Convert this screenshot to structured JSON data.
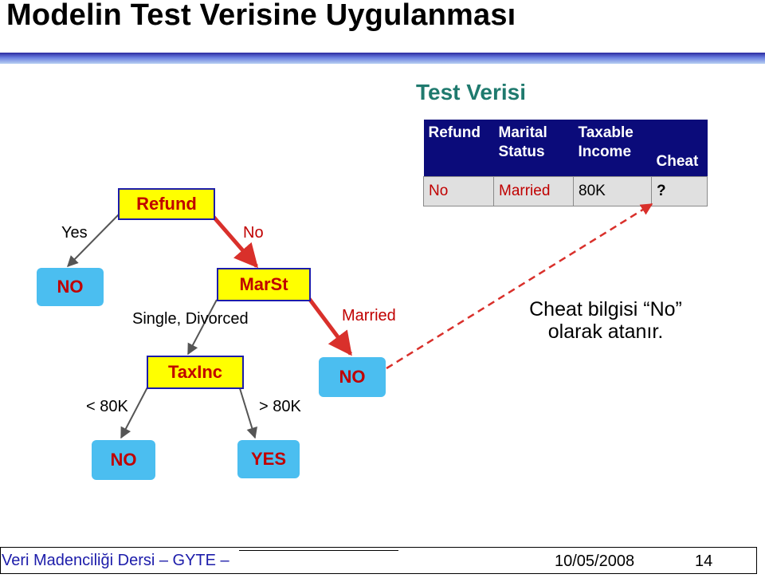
{
  "slide": {
    "title": "Modelin Test Verisine Uygulanması",
    "test_title": "Test Verisi",
    "note_line1": "Cheat bilgisi “No”",
    "note_line2": "olarak atanır."
  },
  "test_table": {
    "headers": [
      "Refund",
      "Marital Status",
      "Taxable Income",
      "Cheat"
    ],
    "header_lines": [
      [
        "Refund"
      ],
      [
        "Marital",
        "Status"
      ],
      [
        "Taxable",
        "Income"
      ],
      [
        "Cheat"
      ]
    ],
    "row": [
      "No",
      "Married",
      "80K",
      "?"
    ]
  },
  "tree": {
    "root": "Refund",
    "root_yes": "Yes",
    "root_no": "No",
    "leaf_no1": "NO",
    "marst": "MarSt",
    "marst_single": "Single, Divorced",
    "marst_married": "Married",
    "leaf_no2": "NO",
    "taxinc": "TaxInc",
    "tax_lt": "< 80K",
    "tax_gt": "> 80K",
    "leaf_no3": "NO",
    "leaf_yes": "YES"
  },
  "colors": {
    "node_fill": "#ffff00",
    "leaf_fill": "#4bbef0",
    "text_red": "#c00000",
    "header_navy": "#0b0b7a",
    "title_teal": "#1f7a6e",
    "path_arrow_red": "#d9302b"
  },
  "footer": {
    "left": "Veri Madenciliği Dersi – GYTE –",
    "date": "10/05/2008",
    "page": "14"
  }
}
